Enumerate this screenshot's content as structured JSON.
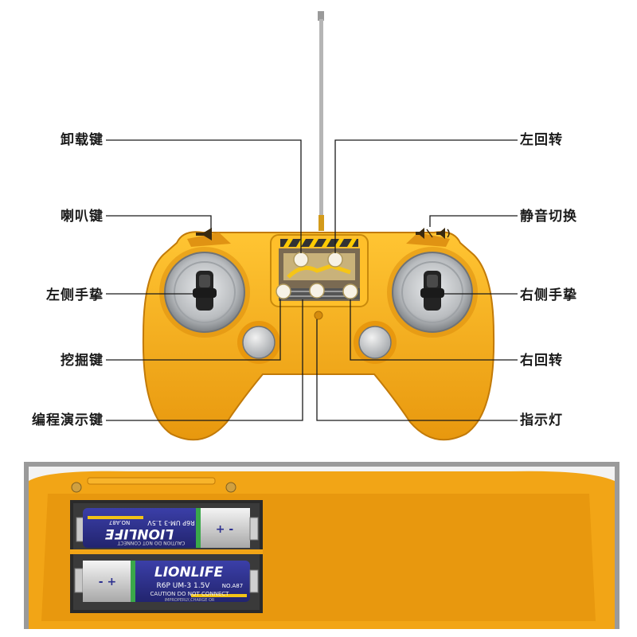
{
  "callouts": {
    "unload_key": "卸载键",
    "horn_key": "喇叭键",
    "left_stick": "左侧手挚",
    "dig_key": "挖掘键",
    "program_demo_key": "编程演示键",
    "left_turn": "左回转",
    "mute_toggle": "静音切换",
    "right_stick": "右侧手挚",
    "right_turn": "右回转",
    "indicator_light": "指示灯"
  },
  "battery_top": {
    "brand": "LIONLIFE",
    "model": "R6P UM-3 1.5V",
    "code": "NO.A87",
    "caution": "CAUTION DO NOT CONNECT",
    "polarity": "+ -"
  },
  "battery_bottom": {
    "brand": "LIONLIFE",
    "model": "R6P UM-3 1.5V",
    "code": "NO.A87",
    "caution": "CAUTION DO NOT CONNECT",
    "caution2": "IMPROPERLY,CHARGE OR",
    "polarity": "- +"
  },
  "colors": {
    "controller_body": "#f2a516",
    "controller_dark": "#d9890a",
    "stick_ring": "#b9bcbf",
    "battery_blue": "#2c2f8f",
    "battery_green": "#3aa84a",
    "frame_gray": "#9a9a9a"
  }
}
